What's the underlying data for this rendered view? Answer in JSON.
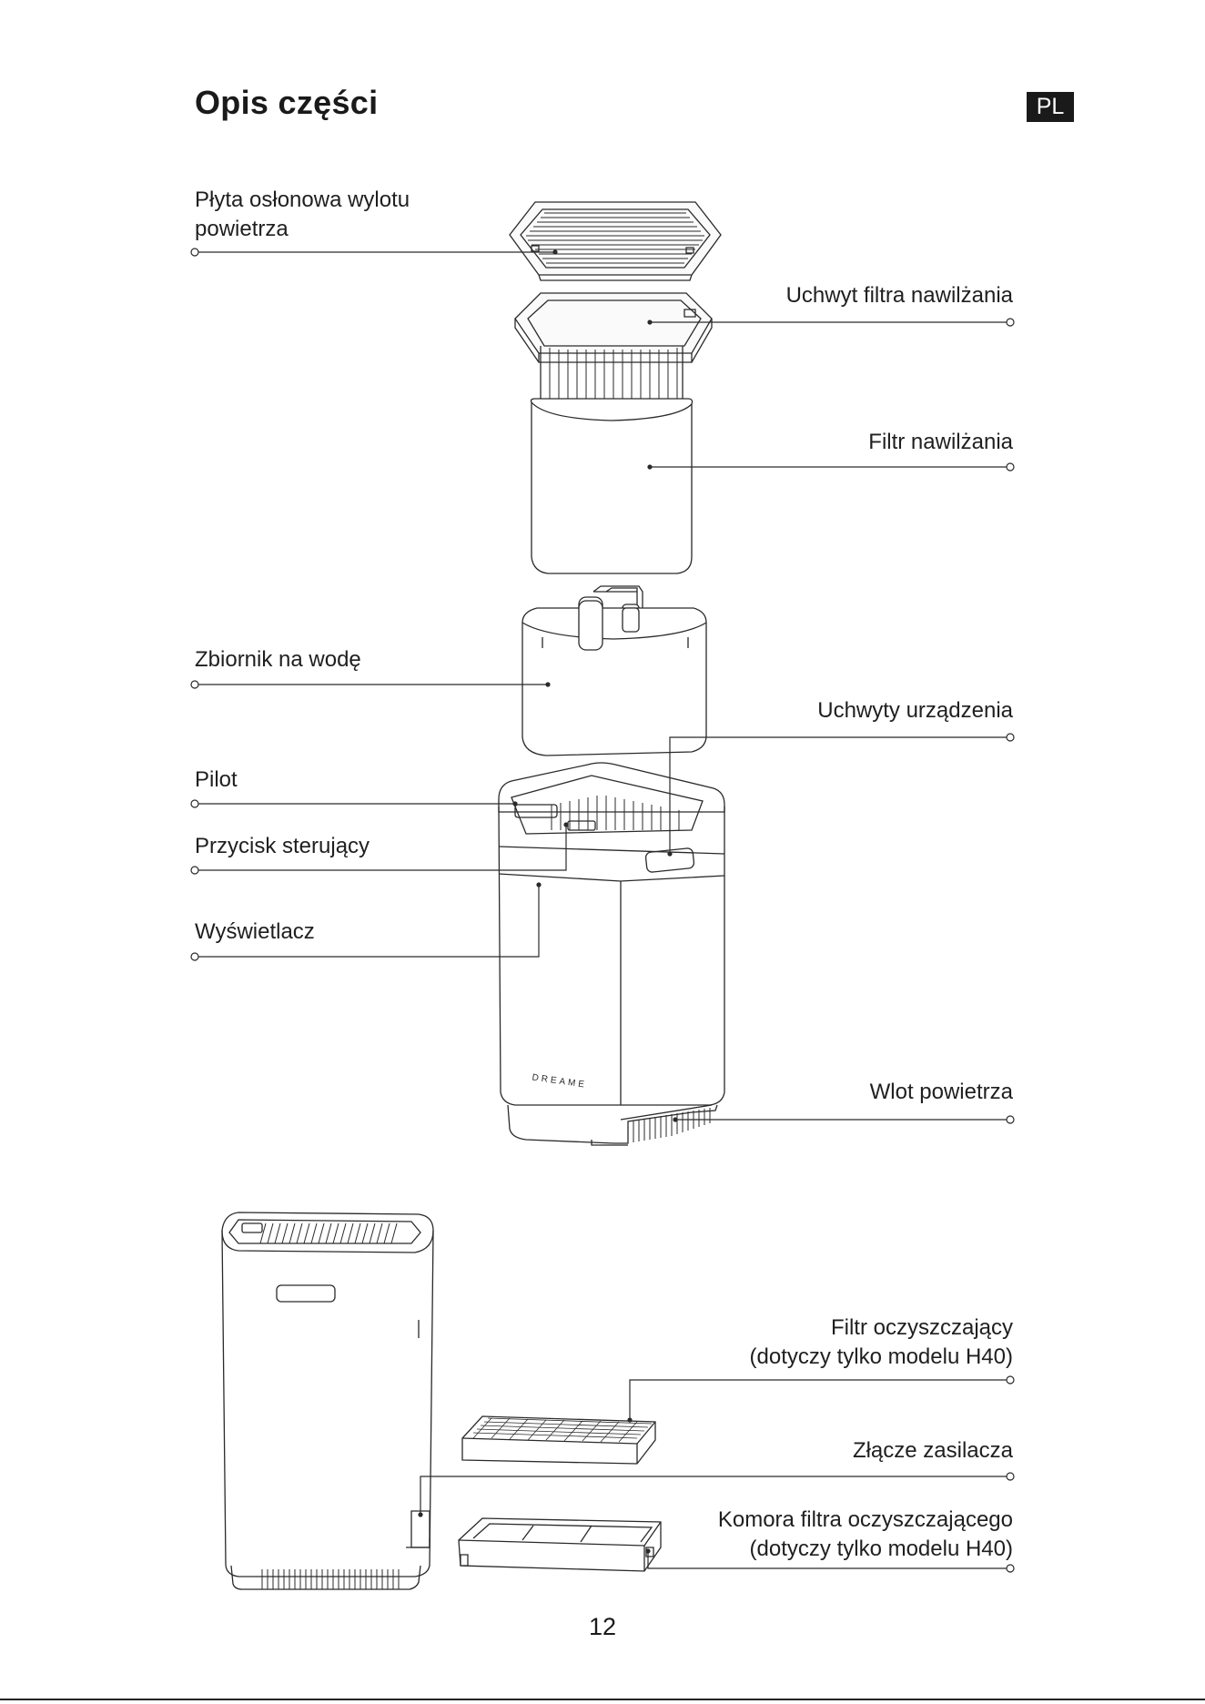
{
  "header": {
    "title": "Opis części",
    "lang_badge": "PL"
  },
  "labels": {
    "outlet_cover": [
      "Płyta osłonowa wylotu",
      "powietrza"
    ],
    "filter_holder": "Uchwyt filtra nawilżania",
    "humid_filter": "Filtr nawilżania",
    "water_tank": "Zbiornik na wodę",
    "handles": "Uchwyty urządzenia",
    "remote": "Pilot",
    "control_button": "Przycisk sterujący",
    "display": "Wyświetlacz",
    "air_inlet": "Wlot powietrza",
    "purify_filter": [
      "Filtr oczyszczający",
      "(dotyczy tylko modelu H40)"
    ],
    "power_connector": "Złącze zasilacza",
    "filter_chamber": [
      "Komora filtra oczyszczającego",
      "(dotyczy tylko modelu H40)"
    ]
  },
  "brand_mark": "DREAME",
  "page_number": "12"
}
